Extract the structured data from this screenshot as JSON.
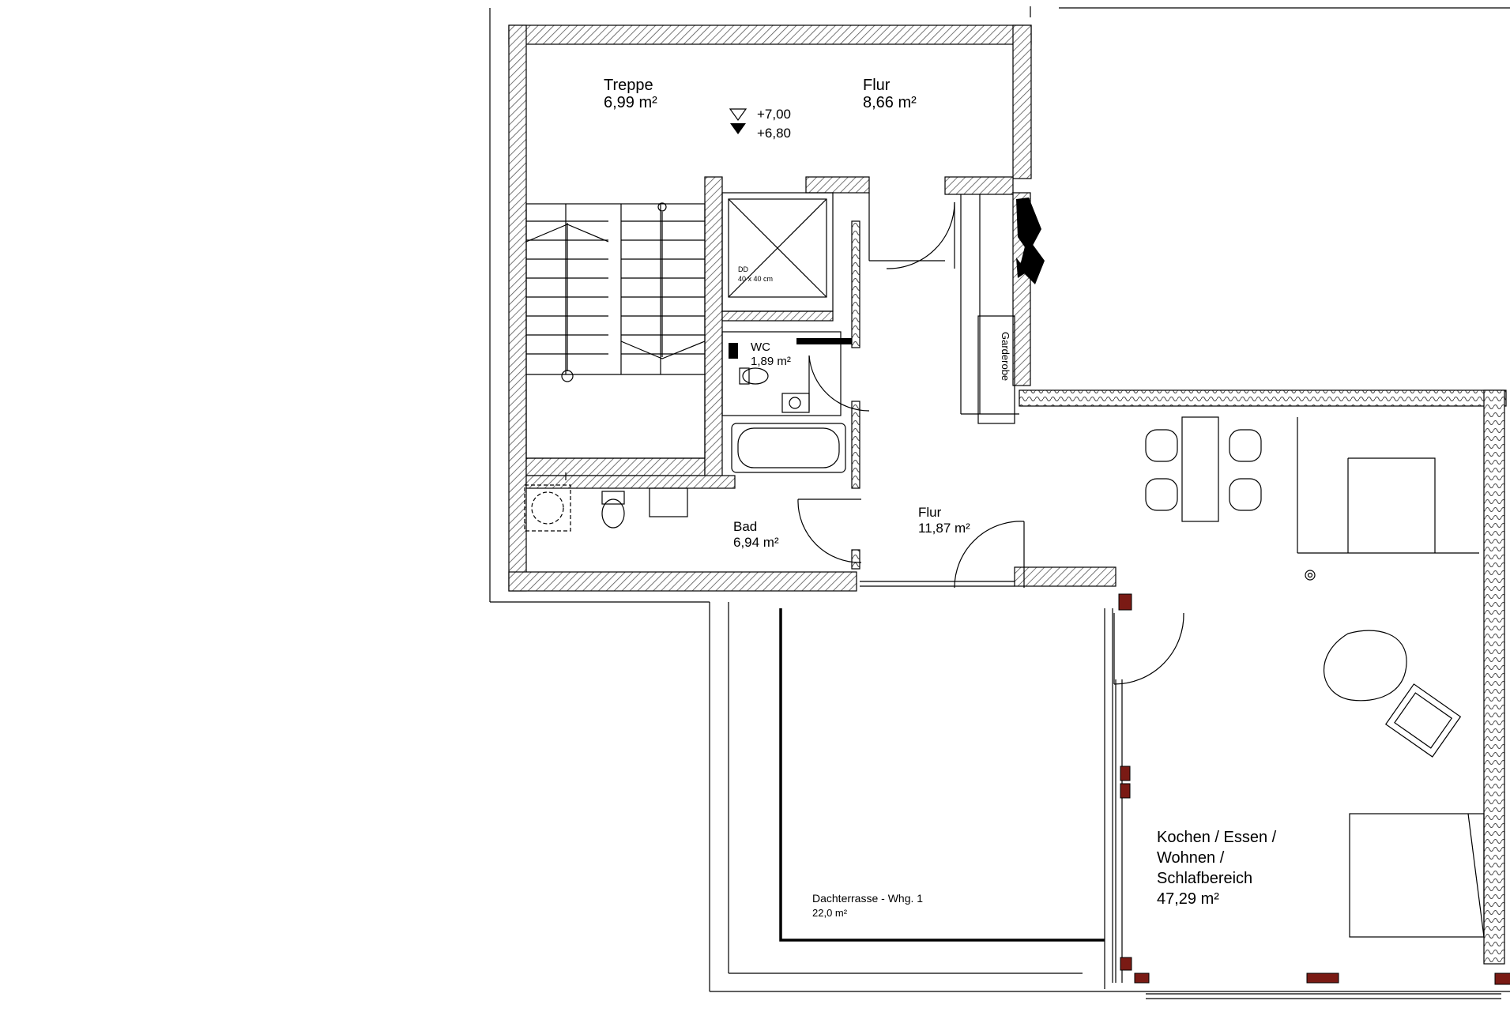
{
  "rooms": {
    "treppe": {
      "name": "Treppe",
      "area": "6,99 m²"
    },
    "flur_top": {
      "name": "Flur",
      "area": "8,66 m²"
    },
    "flur_main": {
      "name": "Flur",
      "area": "11,87 m²"
    },
    "wc": {
      "name": "WC",
      "area": "1,89 m²"
    },
    "bad": {
      "name": "Bad",
      "area": "6,94 m²"
    },
    "living": {
      "line1": "Kochen / Essen /",
      "line2": "Wohnen /",
      "line3": "Schlafbereich",
      "area": "47,29 m²"
    },
    "terrasse": {
      "name": "Dachterrasse - Whg. 1",
      "area": "22,0 m²"
    },
    "garderobe": {
      "name": "Garderobe"
    }
  },
  "levels": {
    "upper": "+7,00",
    "lower": "+6,80"
  },
  "annotations": {
    "dd_code": "DD",
    "dd_size": "40 x 40 cm"
  },
  "colors": {
    "wall_hatch": "#555555",
    "brick": "#7a1a14",
    "line": "#000000"
  }
}
